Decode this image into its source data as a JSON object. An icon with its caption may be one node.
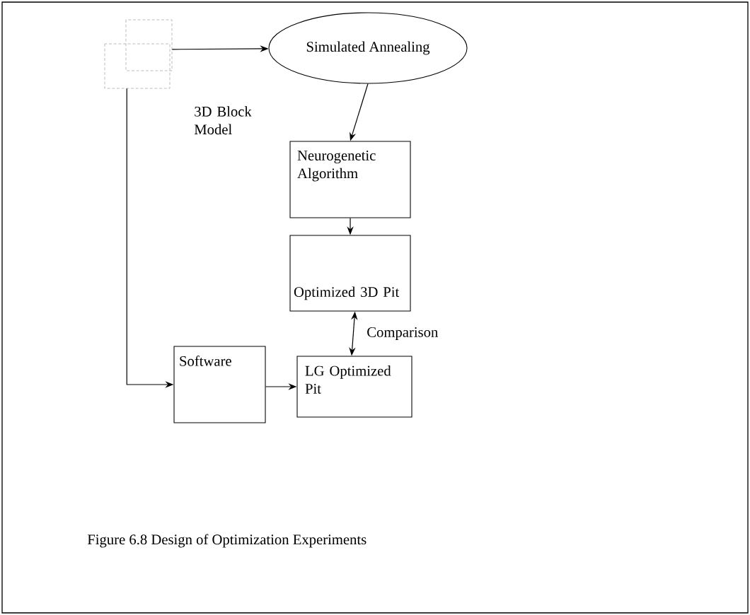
{
  "diagram": {
    "caption": "Figure 6.8 Design of Optimization Experiments",
    "nodes": [
      {
        "text": [],
        "shape": "box",
        "beside": [
          "3D Block Model"
        ]
      },
      {
        "text": [
          "Simulated Annealing"
        ]
      },
      {
        "text": [
          "Neurogenetic Algorithm"
        ]
      },
      {
        "text": [
          "Optimized 3D Pit"
        ]
      },
      {
        "text": [
          "Software"
        ]
      },
      {
        "text": [
          "LG Optimized Pit"
        ]
      }
    ],
    "edges": [
      {
        "from": 0,
        "to": 1,
        "arrow": "to"
      },
      {
        "from": 1,
        "to": 2,
        "arrow": "to"
      },
      {
        "from": 2,
        "to": 3,
        "arrow": "to"
      },
      {
        "from": 3,
        "to": 5,
        "arrow": "both",
        "label": "Comparison"
      },
      {
        "from": 0,
        "to": 4,
        "arrow": "to"
      },
      {
        "from": 4,
        "to": 5,
        "arrow": "to"
      }
    ]
  }
}
